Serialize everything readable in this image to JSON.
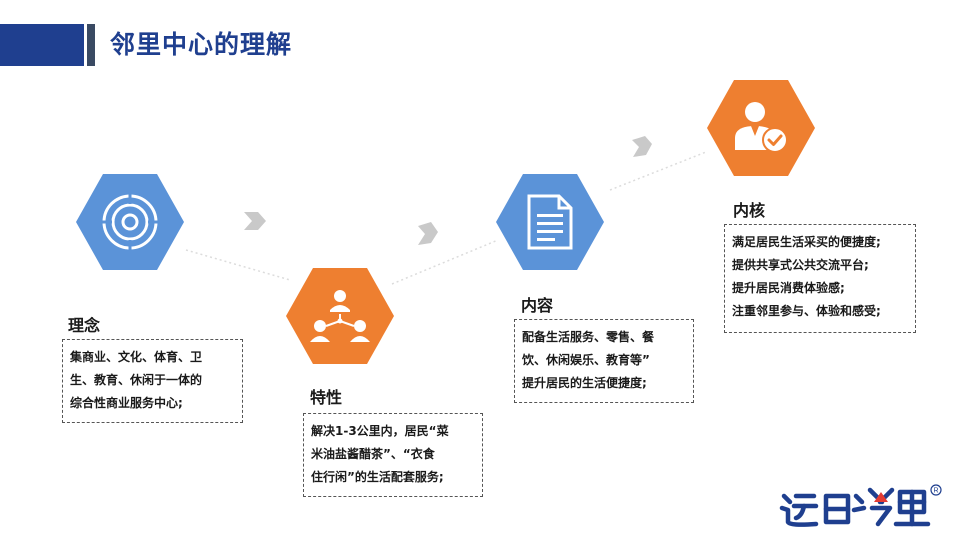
{
  "header": {
    "title": "邻里中心的理解"
  },
  "sections": [
    {
      "id": "linian",
      "label": "理念",
      "icon": "target-icon",
      "color": "#5b93d8",
      "lines": [
        "集商业、文化、体育、卫",
        "生、教育、休闲于一体的",
        "综合性商业服务中心;"
      ]
    },
    {
      "id": "texing",
      "label": "特性",
      "icon": "people-network-icon",
      "color": "#ee7f30",
      "lines": [
        "解决1-3公里内，居民“菜",
        "米油盐酱醋茶”、“衣食",
        "住行闲”的生活配套服务;"
      ]
    },
    {
      "id": "neirong",
      "label": "内容",
      "icon": "document-icon",
      "color": "#5b93d8",
      "lines": [
        "配备生活服务、零售、餐",
        "饮、休闲娱乐、教育等”",
        "提升居民的生活便捷度;"
      ]
    },
    {
      "id": "neihe",
      "label": "内核",
      "icon": "user-check-icon",
      "color": "#ee7f30",
      "lines": [
        "满足居民生活采买的便捷度;",
        "提供共享式公共交流平台;",
        "提升居民消费体验感;",
        "注重邻里参与、体验和感受;"
      ]
    }
  ],
  "colors": {
    "brand": "#1f3f8f",
    "blue": "#5b93d8",
    "orange": "#ee7f30",
    "arrow": "#c9c9c9"
  }
}
